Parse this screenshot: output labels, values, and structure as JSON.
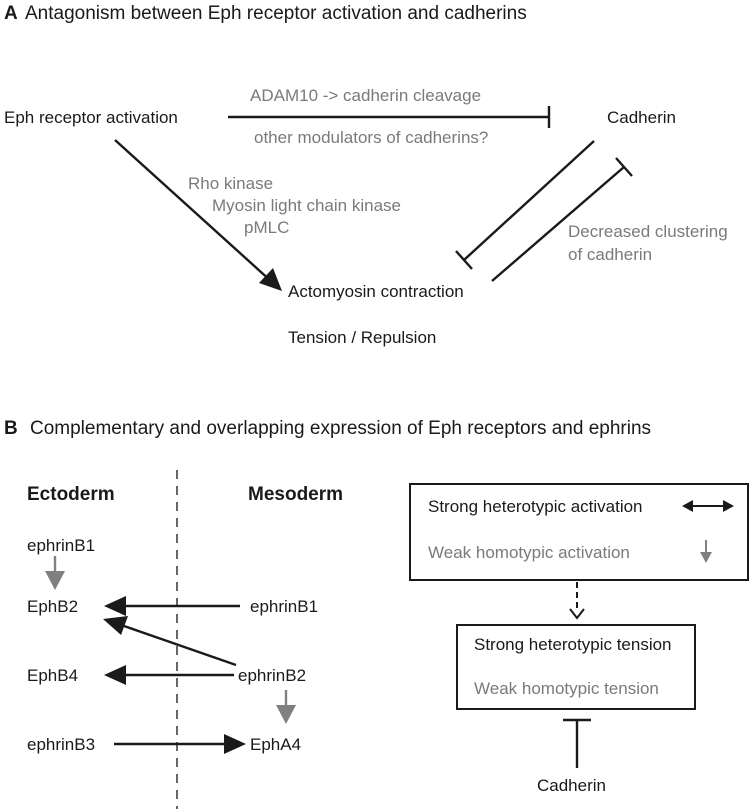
{
  "panel_a": {
    "letter": "A",
    "title": "Antagonism between Eph receptor activation and cadherins",
    "eph_activation": "Eph receptor activation",
    "cadherin": "Cadherin",
    "adam10": "ADAM10 -> cadherin cleavage",
    "other_modulators": "other modulators of cadherins?",
    "rho_kinase": "Rho kinase",
    "mlck": "Myosin light chain kinase",
    "pmlc": "pMLC",
    "decreased_clustering_1": "Decreased clustering",
    "decreased_clustering_2": "of cadherin",
    "actomyosin": "Actomyosin contraction",
    "tension_repulsion": "Tension / Repulsion"
  },
  "panel_b": {
    "letter": "B",
    "title": "Complementary and overlapping expression of Eph receptors and ephrins",
    "ectoderm": "Ectoderm",
    "mesoderm": "Mesoderm",
    "ecto_ephrinB1": "ephrinB1",
    "ecto_EphB2": "EphB2",
    "ecto_EphB4": "EphB4",
    "ecto_ephrinB3": "ephrinB3",
    "meso_ephrinB1": "ephrinB1",
    "meso_ephrinB2": "ephrinB2",
    "meso_EphA4": "EphA4",
    "strong_hetero_activation": "Strong heterotypic activation",
    "weak_homo_activation": "Weak homotypic activation",
    "strong_hetero_tension": "Strong heterotypic tension",
    "weak_homo_tension": "Weak homotypic tension",
    "cadherin": "Cadherin"
  },
  "colors": {
    "primary": "#1a1a1a",
    "secondary": "#7a7a7a"
  }
}
